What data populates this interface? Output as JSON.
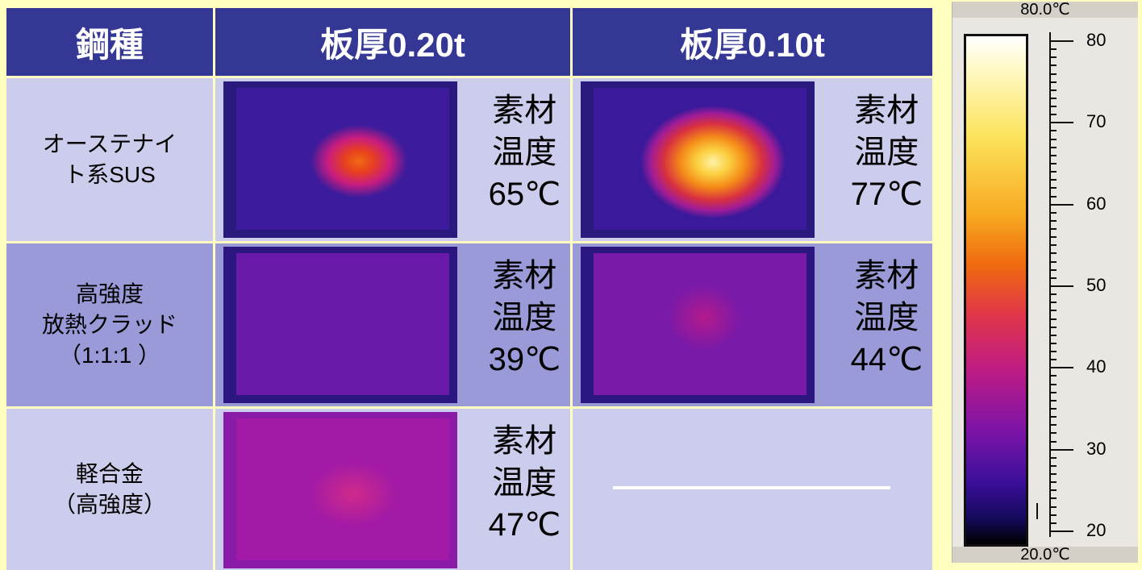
{
  "table": {
    "headers": [
      "鋼種",
      "板厚0.20t",
      "板厚0.10t"
    ],
    "rows": [
      {
        "label": "オーステナイ\nト系SUS",
        "t020": "素材\n温度\n65℃",
        "t010": "素材\n温度\n77℃"
      },
      {
        "label": "高強度\n放熱クラッド\n（1:1:1 ）",
        "t020": "素材\n温度\n39℃",
        "t010": "素材\n温度\n44℃"
      },
      {
        "label": "軽合金\n（高強度）",
        "t020": "素材\n温度\n47℃",
        "t010": null
      }
    ]
  },
  "color_scale": {
    "max_label": "80.0℃",
    "min_label": "20.0℃",
    "ticks": [
      "80",
      "70",
      "60",
      "50",
      "40",
      "30",
      "20"
    ]
  },
  "colors": {
    "header_bg": "#343894",
    "row_light": "#ccccec",
    "row_mid": "#9a9ad8",
    "page_bg": "#ffffc0"
  }
}
